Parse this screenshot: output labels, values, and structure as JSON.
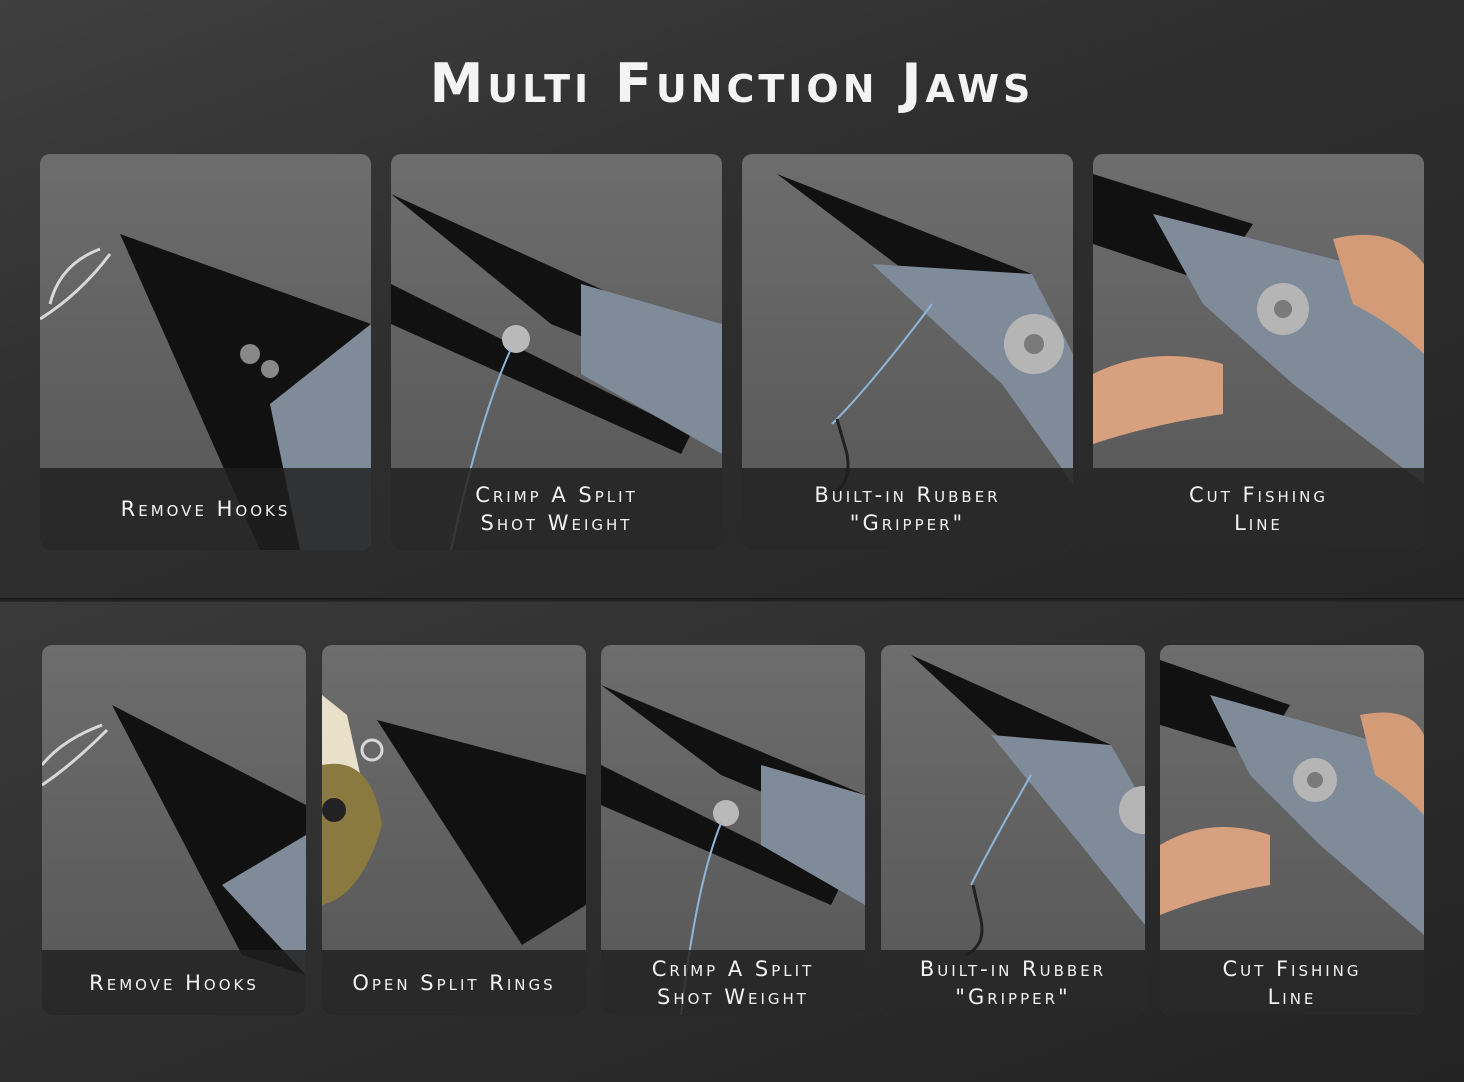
{
  "title": "Multi Function Jaws",
  "colors": {
    "jaw_black": "#111111",
    "handle_steel": "#7f8b98",
    "card_bg": "#666666",
    "caption_bg": "#1e1e1e",
    "line_blue": "#8fb6d8"
  },
  "top_row": [
    {
      "label": "Remove Hooks",
      "icon": "hook-icon"
    },
    {
      "label": "Crimp A Split\nShot Weight",
      "icon": "split-shot-icon"
    },
    {
      "label": "Built-in Rubber\n\"Gripper\"",
      "icon": "gripper-icon"
    },
    {
      "label": "Cut Fishing\nLine",
      "icon": "cutter-icon"
    }
  ],
  "bottom_row": [
    {
      "label": "Remove Hooks",
      "icon": "hook-icon"
    },
    {
      "label": "Open Split Rings",
      "icon": "split-ring-icon"
    },
    {
      "label": "Crimp A Split\nShot Weight",
      "icon": "split-shot-icon"
    },
    {
      "label": "Built-in Rubber\n\"Gripper\"",
      "icon": "gripper-icon"
    },
    {
      "label": "Cut Fishing\nLine",
      "icon": "cutter-icon"
    }
  ]
}
